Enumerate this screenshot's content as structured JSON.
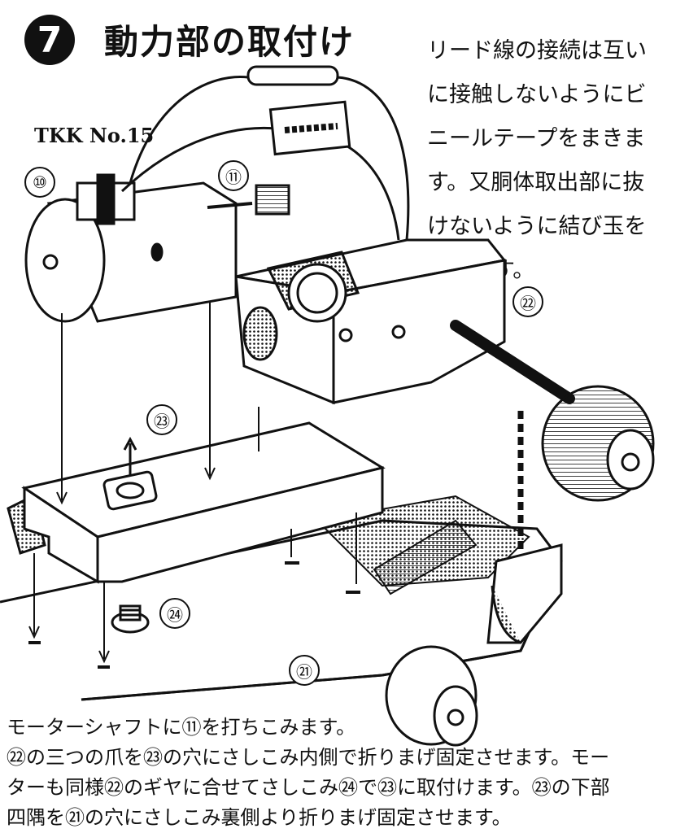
{
  "header": {
    "step_number": "7",
    "title": "動力部の取付け"
  },
  "side_note": {
    "lines": [
      "リード線の接続は互い",
      "に接触しないようにビ",
      "ニールテープをまきま",
      "す。又胴体取出部に抜",
      "けないように結び玉を",
      "作ります。"
    ]
  },
  "model_label": "TKK No.15",
  "callouts": {
    "motor": "⑩",
    "pinion": "⑪",
    "gearbox": "㉒",
    "bracket": "㉓",
    "screw": "㉔",
    "chassis": "㉑"
  },
  "instructions": {
    "lines": [
      "モーターシャフトに⑪を打ちこみます。",
      "㉒の三つの爪を㉓の穴にさしこみ内側で折りまげ固定させます。モー",
      "ターも同様㉒のギヤに合せてさしこみ㉔で㉓に取付けます。㉓の下部",
      "四隅を㉑の穴にさしこみ裏側より折りまげ固定させます。"
    ]
  },
  "colors": {
    "ink": "#111111",
    "paper": "#ffffff"
  }
}
